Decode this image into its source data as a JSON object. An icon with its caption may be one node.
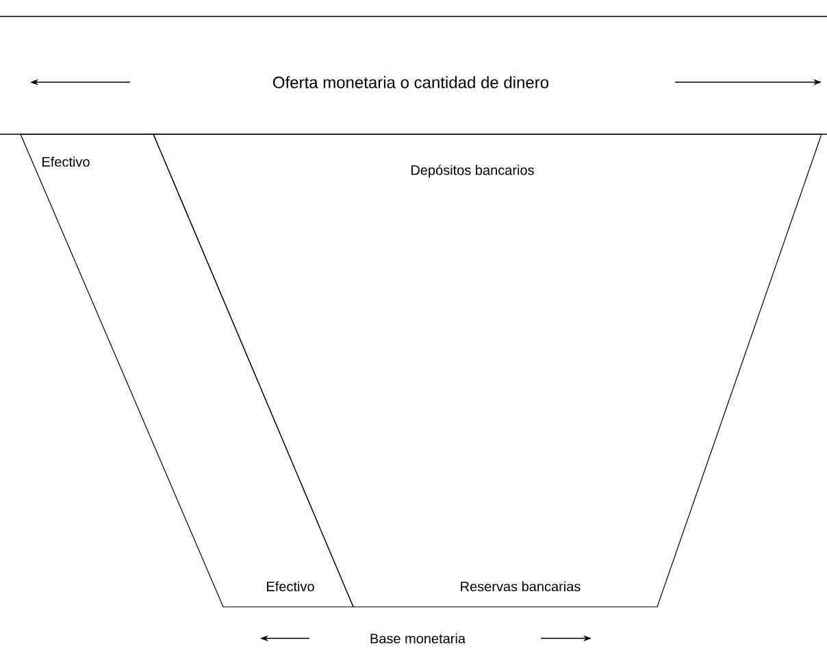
{
  "diagram": {
    "nodes": [
      {
        "text": [
          "Efectivo",
          "Efectivo"
        ]
      },
      {
        "text": [
          "Depósitos bancarios",
          "Reservas bancarias"
        ]
      }
    ],
    "labels": [
      "Oferta monetaria o cantidad de dinero",
      "Base monetaria"
    ]
  }
}
